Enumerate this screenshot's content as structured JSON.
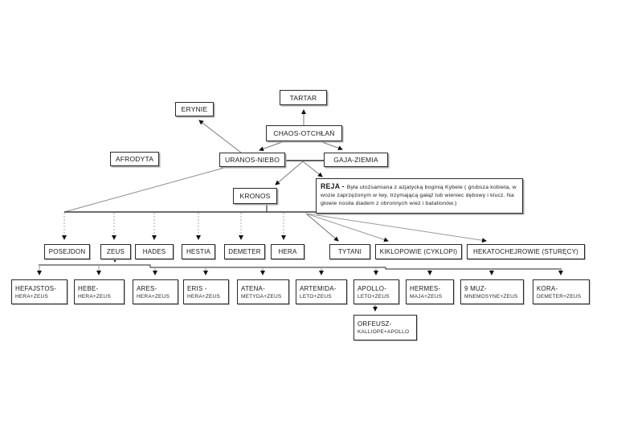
{
  "diagram": {
    "colors": {
      "box_border": "#2b2b2b",
      "connector": "#5a5a5a",
      "dashed_connector": "#a8a8a8",
      "arrowhead": "#111111",
      "page_background": "#ffffff"
    },
    "nodes": {
      "tartar": {
        "label": "TARTAR"
      },
      "erynie": {
        "label": "ERYNIE"
      },
      "chaos": {
        "label": "CHAOS-OTCHŁAŃ"
      },
      "afrodyta": {
        "label": "AFRODYTA"
      },
      "uranos": {
        "label": "URANOS-NIEBO"
      },
      "gaja": {
        "label": "GAJA-ZIEMIA"
      },
      "kronos": {
        "label": "KRONOS"
      },
      "reja": {
        "title": "REJA -",
        "description": "Była utożsamiana z azjatycką boginią Kybele ( grubsza kobieta, w wozie zaprzężonym w lwy, trzymającą gałąź lub wieniec dębowy i klucz. Na głowie nosiła diadem z obronnych wież i batalionów.)"
      },
      "posejdon": {
        "label": "POSEJDON"
      },
      "zeus": {
        "label": "ZEUS"
      },
      "hades": {
        "label": "HADES"
      },
      "hestia": {
        "label": "HESTIA"
      },
      "demeter": {
        "label": "DEMETER"
      },
      "hera": {
        "label": "HERA"
      },
      "tytani": {
        "label": "TYTANI"
      },
      "kiklopowie": {
        "label": "KIKLOPOWIE (CYKLOPI)"
      },
      "hekatochejrowie": {
        "label": "HEKATOCHEJROWIE (STURĘCY)"
      },
      "hefajstos": {
        "label": "HEFAJSTOS-",
        "parents": "HERA+ZEUS"
      },
      "hebe": {
        "label": "HEBE-",
        "parents": "HERA+ZEUS"
      },
      "ares": {
        "label": "ARES-",
        "parents": "HERA+ZEUS"
      },
      "eris": {
        "label": "ERIS -",
        "parents": "HERA+ZEUS"
      },
      "atena": {
        "label": "ATENA-",
        "parents": "METYDA+ZEUS"
      },
      "artemida": {
        "label": "ARTEMIDA-",
        "parents": "LETO+ZEUS"
      },
      "apollo": {
        "label": "APOLLO-",
        "parents": "LETO+ZEUS"
      },
      "hermes": {
        "label": "HERMES-",
        "parents": "MAJA+ZEUS"
      },
      "muzy": {
        "label": "9 MUZ-",
        "parents": "MNEMOSYNE+ZEUS"
      },
      "kora": {
        "label": "KORA-",
        "parents": "DEMETER+ZEUS"
      },
      "orfeusz": {
        "label": "ORFEUSZ-",
        "parents": "KALLIOPE+APOLLO"
      }
    }
  }
}
